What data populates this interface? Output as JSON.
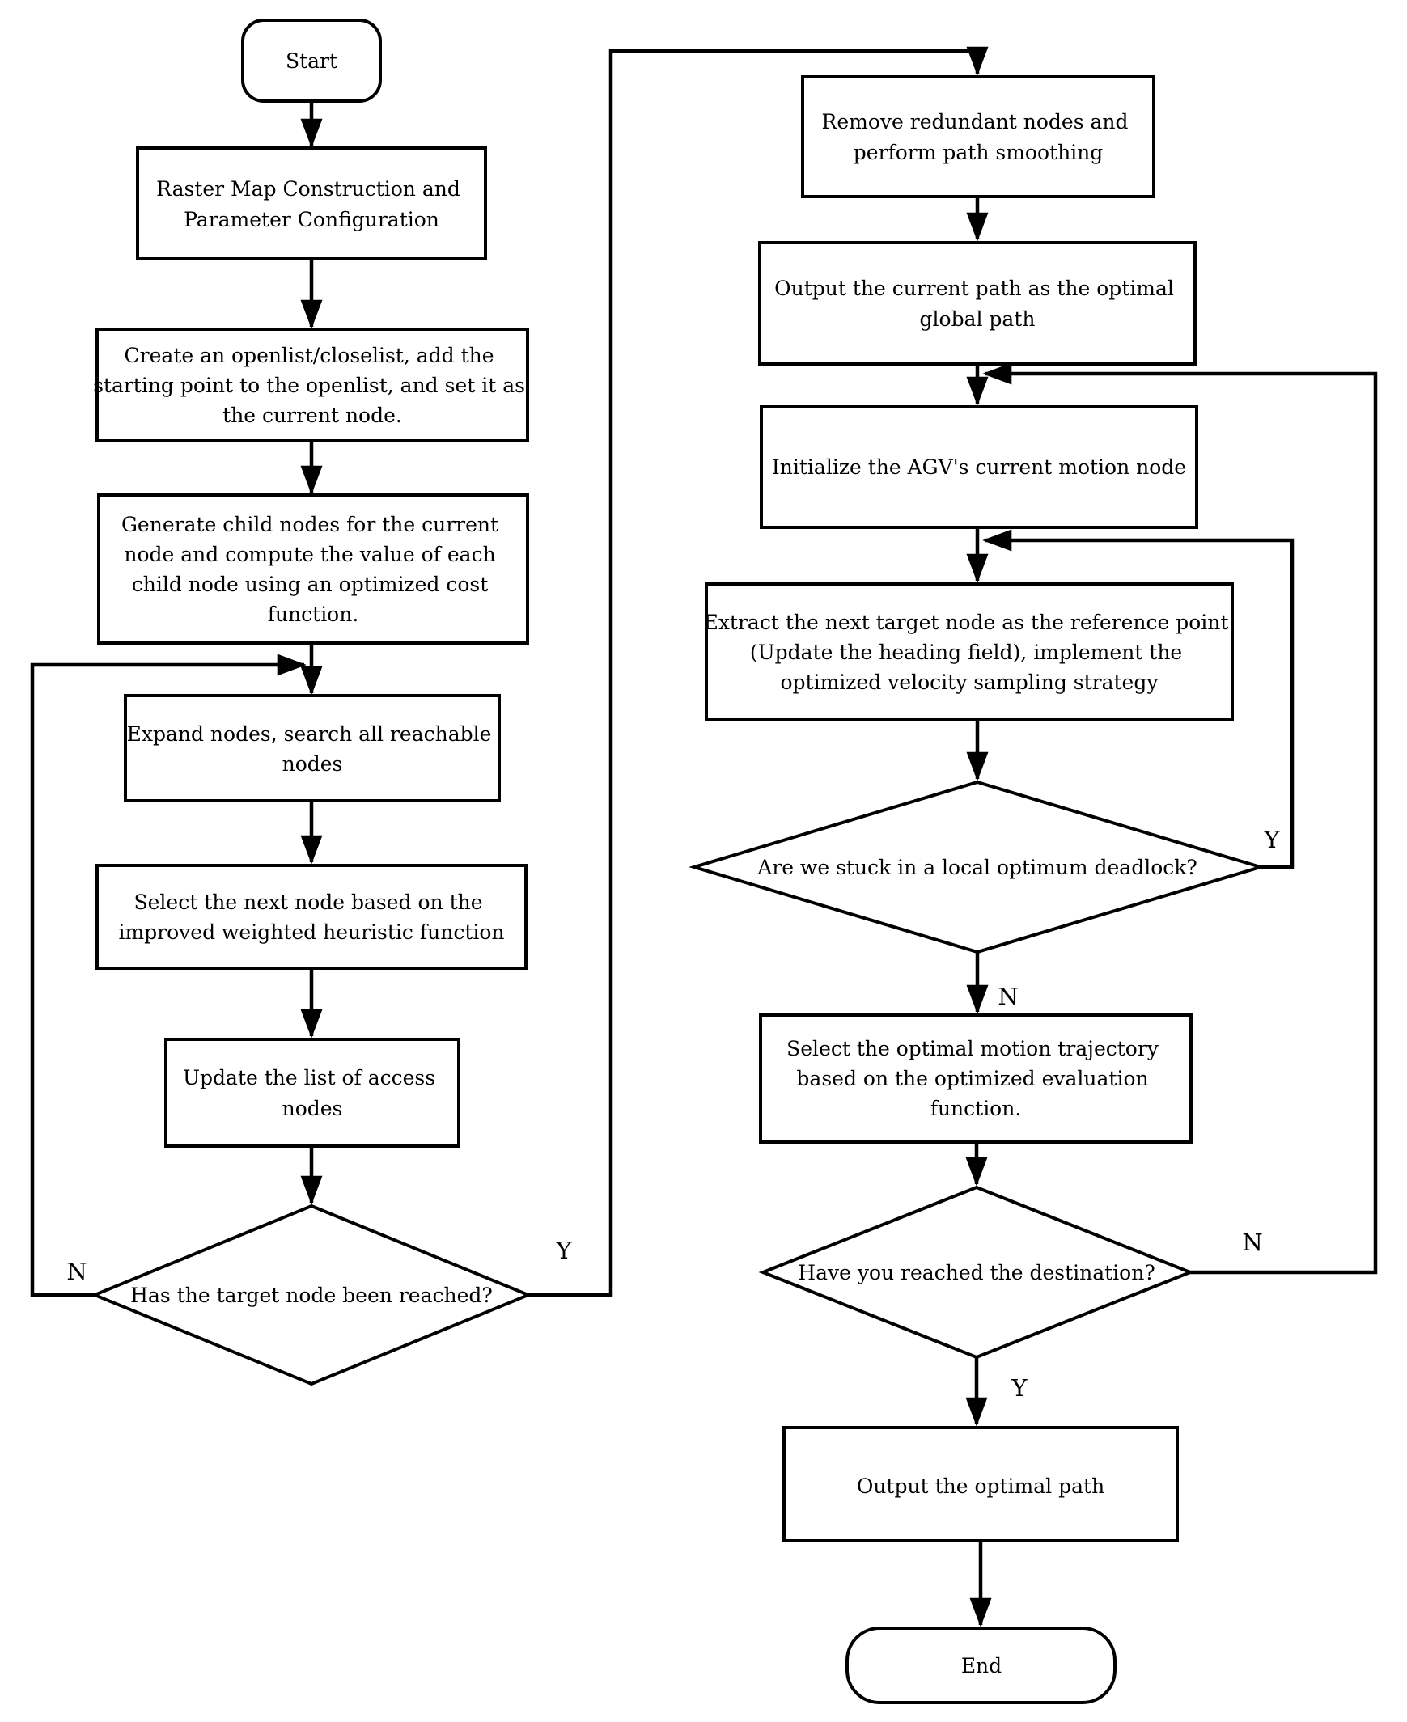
{
  "background": "#ffffff",
  "stroke_color": "#000000",
  "nodes": {
    "start": {
      "shape": "terminator",
      "lines": [
        "Start"
      ]
    },
    "raster": {
      "shape": "process",
      "lines": [
        "Raster Map Construction and",
        "Parameter Configuration"
      ]
    },
    "create": {
      "shape": "process",
      "lines": [
        "Create an openlist/closelist, add the",
        "starting point to the openlist, and set it as",
        "the current node."
      ]
    },
    "generate": {
      "shape": "process",
      "lines": [
        "Generate child nodes for the current",
        "node and compute the value of each",
        "child node using an optimized cost",
        "function."
      ]
    },
    "expand": {
      "shape": "process",
      "lines": [
        "Expand nodes, search all reachable",
        "nodes"
      ]
    },
    "select_next": {
      "shape": "process",
      "lines": [
        "Select the next node based on the",
        "improved weighted heuristic function"
      ]
    },
    "update": {
      "shape": "process",
      "lines": [
        "Update the list of access",
        "nodes"
      ]
    },
    "target_reached": {
      "shape": "decision",
      "lines": [
        "Has the target node been reached?"
      ]
    },
    "remove": {
      "shape": "process",
      "lines": [
        "Remove redundant nodes and",
        "perform path smoothing"
      ]
    },
    "output_global": {
      "shape": "process",
      "lines": [
        "Output the current path as the optimal",
        "global path"
      ]
    },
    "initialize": {
      "shape": "process",
      "lines": [
        "Initialize the AGV's current motion node"
      ]
    },
    "extract": {
      "shape": "process",
      "lines": [
        "Extract the next target node as the reference point",
        "(Update the heading field), implement the",
        "optimized velocity sampling strategy"
      ]
    },
    "deadlock": {
      "shape": "decision",
      "lines": [
        "Are we stuck in a local optimum deadlock?"
      ]
    },
    "select_traj": {
      "shape": "process",
      "lines": [
        "Select the optimal motion trajectory",
        "based on the optimized evaluation",
        "function."
      ]
    },
    "destination": {
      "shape": "decision",
      "lines": [
        "Have you reached the destination?"
      ]
    },
    "output_optimal": {
      "shape": "process",
      "lines": [
        "Output the optimal path"
      ]
    },
    "end": {
      "shape": "terminator",
      "lines": [
        "End"
      ]
    }
  },
  "edge_labels": {
    "target_no": "N",
    "target_yes": "Y",
    "deadlock_yes": "Y",
    "deadlock_no": "N",
    "destination_no": "N",
    "destination_yes": "Y"
  },
  "connections": [
    {
      "from": "start",
      "to": "raster"
    },
    {
      "from": "raster",
      "to": "create"
    },
    {
      "from": "create",
      "to": "generate"
    },
    {
      "from": "generate",
      "to": "expand"
    },
    {
      "from": "expand",
      "to": "select_next"
    },
    {
      "from": "select_next",
      "to": "update"
    },
    {
      "from": "update",
      "to": "target_reached"
    },
    {
      "from": "target_reached",
      "to": "expand",
      "label": "N"
    },
    {
      "from": "target_reached",
      "to": "remove",
      "label": "Y"
    },
    {
      "from": "remove",
      "to": "output_global"
    },
    {
      "from": "output_global",
      "to": "initialize"
    },
    {
      "from": "initialize",
      "to": "extract"
    },
    {
      "from": "extract",
      "to": "deadlock"
    },
    {
      "from": "deadlock",
      "to": "extract",
      "label": "Y"
    },
    {
      "from": "deadlock",
      "to": "select_traj",
      "label": "N"
    },
    {
      "from": "select_traj",
      "to": "destination"
    },
    {
      "from": "destination",
      "to": "initialize",
      "label": "N"
    },
    {
      "from": "destination",
      "to": "output_optimal",
      "label": "Y"
    },
    {
      "from": "output_optimal",
      "to": "end"
    }
  ]
}
